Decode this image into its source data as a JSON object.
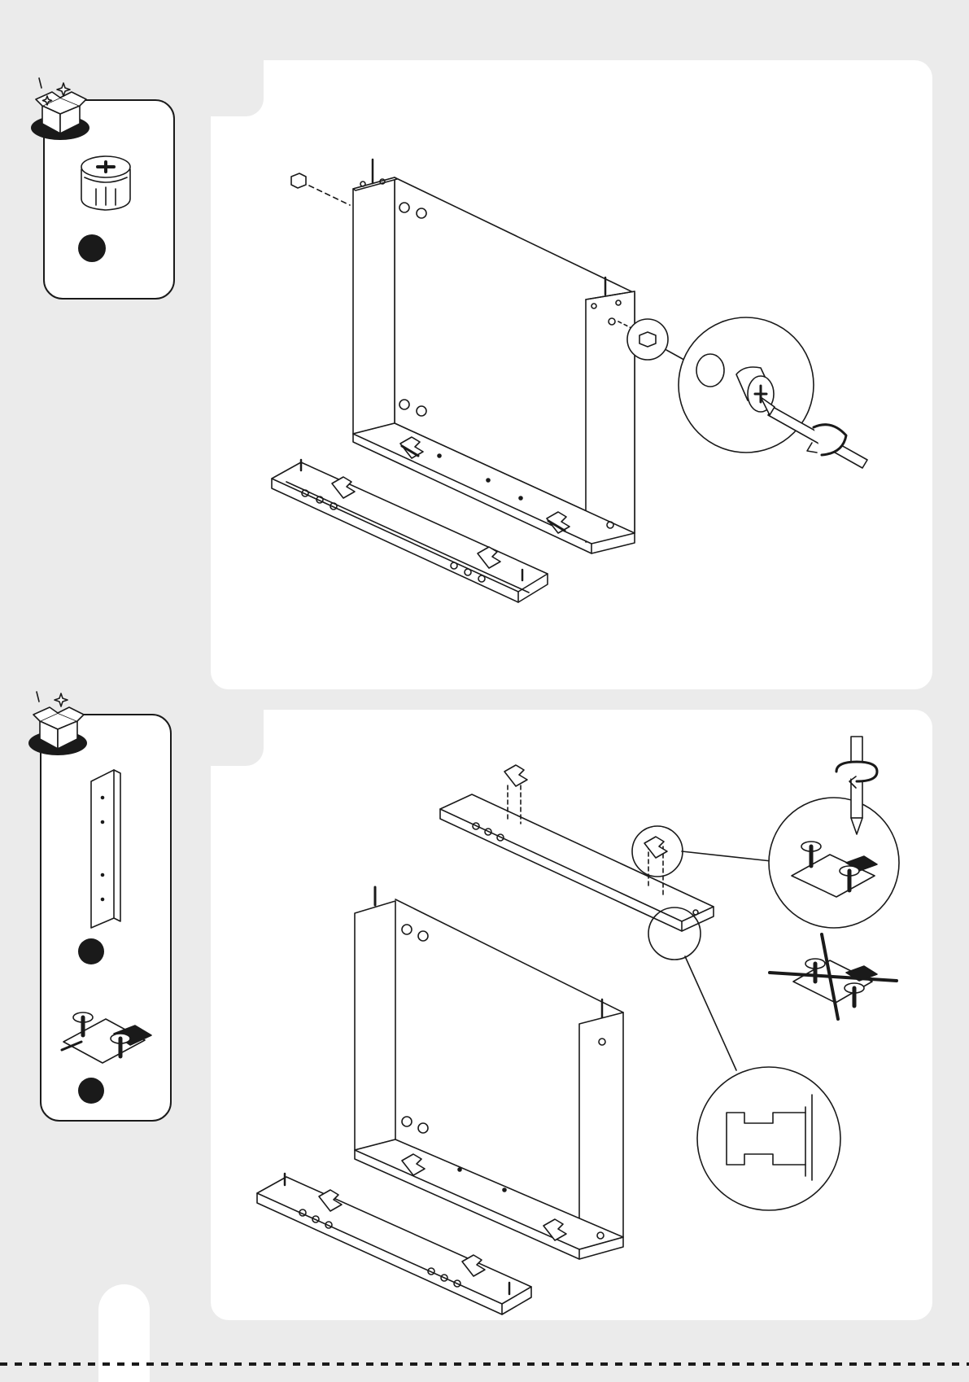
{
  "colors": {
    "page_background": "#ebebeb",
    "panel_background": "#ffffff",
    "line_art": "#1a1a1a",
    "part_marker": "#1a1a1a"
  },
  "icons": {
    "open_box": "open-box-sparkle-icon",
    "cam_lock": "cam-lock-icon",
    "rail_board": "rail-board-icon",
    "hinge_plate": "hinge-mounting-plate-icon",
    "screwdriver": "screwdriver-icon",
    "rotate": "rotate-arrow-icon",
    "wrong": "wrong-orientation-cross-icon"
  },
  "steps": [
    {
      "parts": [
        "cam-lock"
      ],
      "illustration": "cabinet-frame-cam-lock-insertion"
    },
    {
      "parts": [
        "rail-board",
        "hinge-mounting-plate"
      ],
      "illustration": "rail-board-mounting-plate-installation"
    }
  ]
}
